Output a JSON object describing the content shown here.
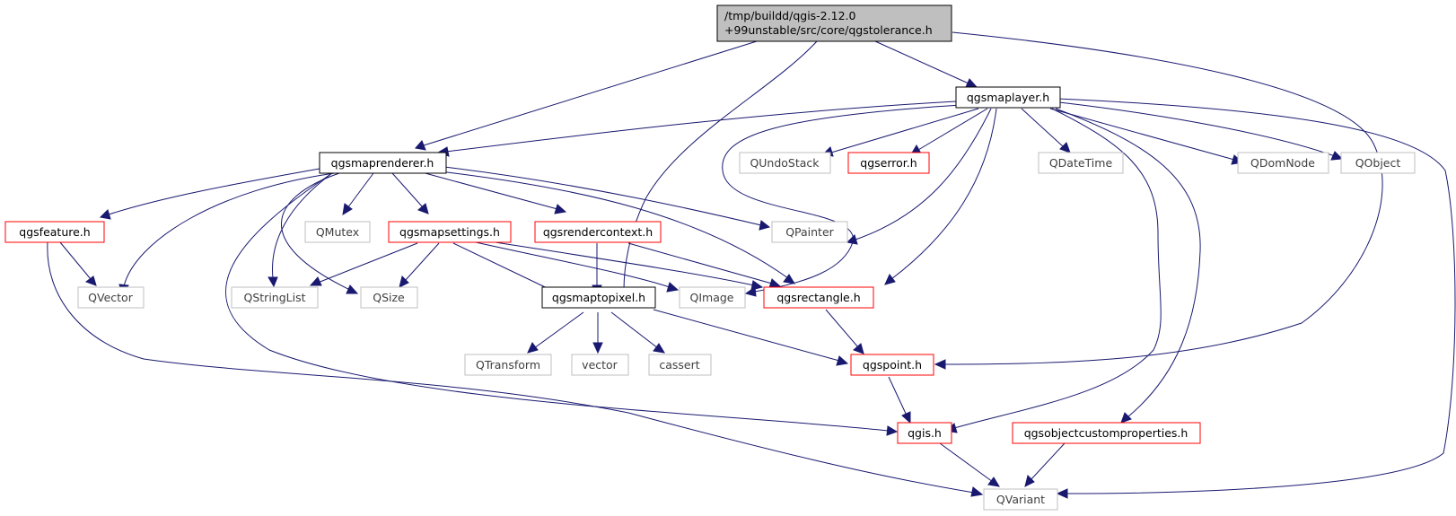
{
  "colors": {
    "edge": "#191970",
    "root_fill": "#bfbfbf",
    "root_border": "#000000",
    "documented_border": "#000000",
    "red_border": "#ff0000",
    "external_border": "#bfbfbf",
    "external_text": "#404040"
  },
  "nodes": {
    "root_line1": "/tmp/buildd/qgis-2.12.0",
    "root_line2": "+99unstable/src/core/qgstolerance.h",
    "qgsmaplayer": "qgsmaplayer.h",
    "qgsmaprenderer": "qgsmaprenderer.h",
    "qundostack": "QUndoStack",
    "qgserror": "qgserror.h",
    "qdatetime": "QDateTime",
    "qdomnode": "QDomNode",
    "qobject": "QObject",
    "qgsfeature": "qgsfeature.h",
    "qmutex": "QMutex",
    "qgsmapsettings": "qgsmapsettings.h",
    "qgsrendercontext": "qgsrendercontext.h",
    "qpainter": "QPainter",
    "qvector": "QVector",
    "qstringlist": "QStringList",
    "qsize": "QSize",
    "qgsmaptopixel": "qgsmaptopixel.h",
    "qimage": "QImage",
    "qgsrectangle": "qgsrectangle.h",
    "qtransform": "QTransform",
    "vector": "vector",
    "cassert": "cassert",
    "qgspoint": "qgspoint.h",
    "qgis": "qgis.h",
    "qgsobjectcustomproperties": "qgsobjectcustomproperties.h",
    "qvariant": "QVariant"
  }
}
